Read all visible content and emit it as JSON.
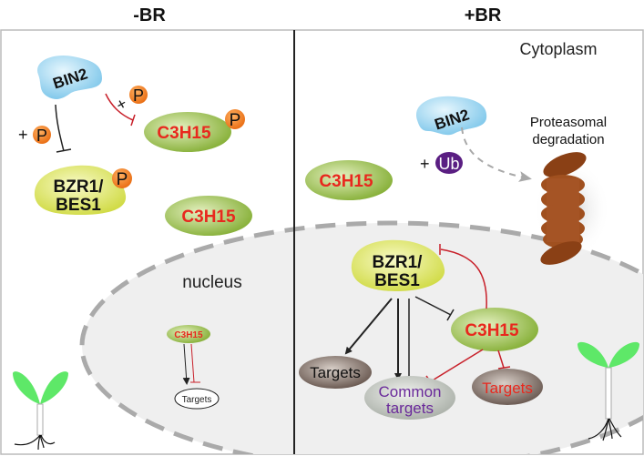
{
  "panels": {
    "left": {
      "title": "-BR"
    },
    "right": {
      "title": "+BR"
    }
  },
  "labels": {
    "cytoplasm": "Cytoplasm",
    "nucleus": "nucleus",
    "proteasome": [
      "Proteasomal",
      "degradation"
    ]
  },
  "proteins": {
    "bin2": "BIN2",
    "bzr1": [
      "BZR1/",
      "BES1"
    ],
    "c3h15": "C3H15"
  },
  "modifiers": {
    "phospho": "P",
    "plus": "+",
    "ubiquitin": "Ub"
  },
  "targets": {
    "generic": "Targets",
    "common": [
      "Common",
      "targets"
    ]
  },
  "colors": {
    "bin2": "#9dd8f0",
    "bzr1": "#e3e85a",
    "c3h15": "#8cbf3a",
    "c3h15_text": "#e8281e",
    "phospho": "#f07d1a",
    "ubiquitin": "#5a1e82",
    "inhibit": "#c8202a",
    "nucleus_fill": "#efefef",
    "dashed": "#aaaaaa",
    "proteasome": "#a0501f",
    "targets_fill": "#6a5a52",
    "common_fill": "#b8bcb6",
    "common_text": "#6a2a9a",
    "seedling_leaf": "#5ee868"
  }
}
